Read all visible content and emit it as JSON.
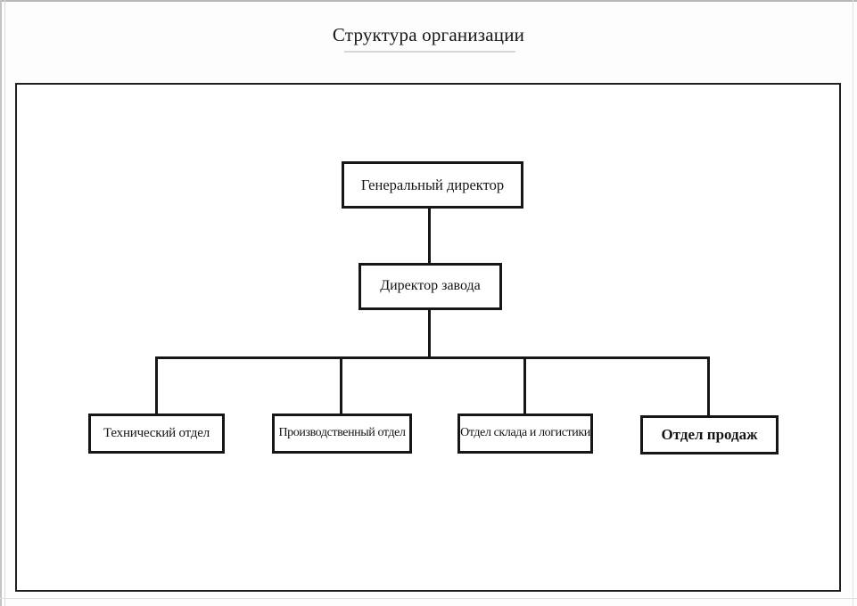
{
  "title": "Структура организации",
  "diagram": {
    "type": "org-chart",
    "nodes": [
      {
        "id": "general-director",
        "label": "Генеральный директор",
        "level": 1,
        "parent": null
      },
      {
        "id": "plant-director",
        "label": "Директор завода",
        "level": 2,
        "parent": "general-director"
      },
      {
        "id": "technical-dept",
        "label": "Технический отдел",
        "level": 3,
        "parent": "plant-director"
      },
      {
        "id": "production-dept",
        "label": "Производственный отдел",
        "level": 3,
        "parent": "plant-director"
      },
      {
        "id": "warehouse-dept",
        "label": "Отдел склада и логистики",
        "level": 3,
        "parent": "plant-director"
      },
      {
        "id": "sales-dept",
        "label": "Отдел продаж",
        "level": 3,
        "parent": "plant-director"
      }
    ],
    "edges": [
      {
        "from": "general-director",
        "to": "plant-director"
      },
      {
        "from": "plant-director",
        "to": "technical-dept"
      },
      {
        "from": "plant-director",
        "to": "production-dept"
      },
      {
        "from": "plant-director",
        "to": "warehouse-dept"
      },
      {
        "from": "plant-director",
        "to": "sales-dept"
      }
    ],
    "line_color": "#161616",
    "background_color": "#ffffff"
  }
}
